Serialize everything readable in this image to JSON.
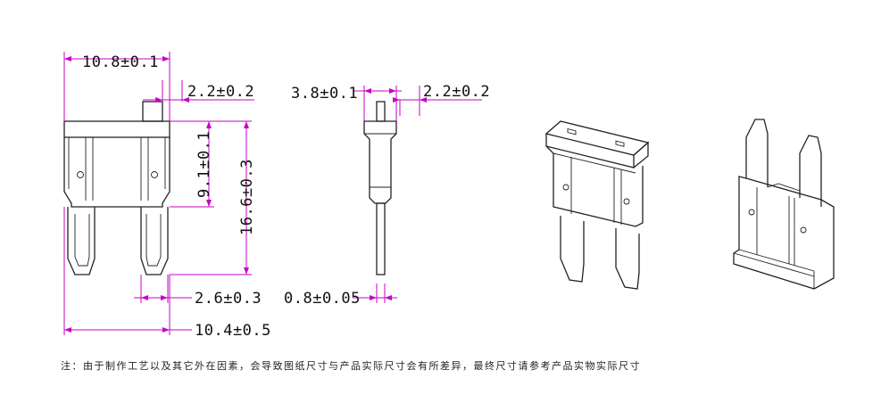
{
  "dimensions": {
    "width_top": "10.8±0.1",
    "tab_width": "2.2±0.2",
    "blade_height": "9.1±0.1",
    "total_height": "16.6±0.3",
    "blade_spacing": "2.6±0.3",
    "overall_width": "10.4±0.5",
    "side_width": "3.8±0.1",
    "side_tab": "2.2±0.2",
    "blade_thickness": "0.8±0.05"
  },
  "note": "注：由于制作工艺以及其它外在因素，会导致图纸尺寸与产品实际尺寸会有所差异，最终尺寸请参考产品实物实际尺寸",
  "colors": {
    "dimension": "#c800c8",
    "outline": "#222222"
  }
}
